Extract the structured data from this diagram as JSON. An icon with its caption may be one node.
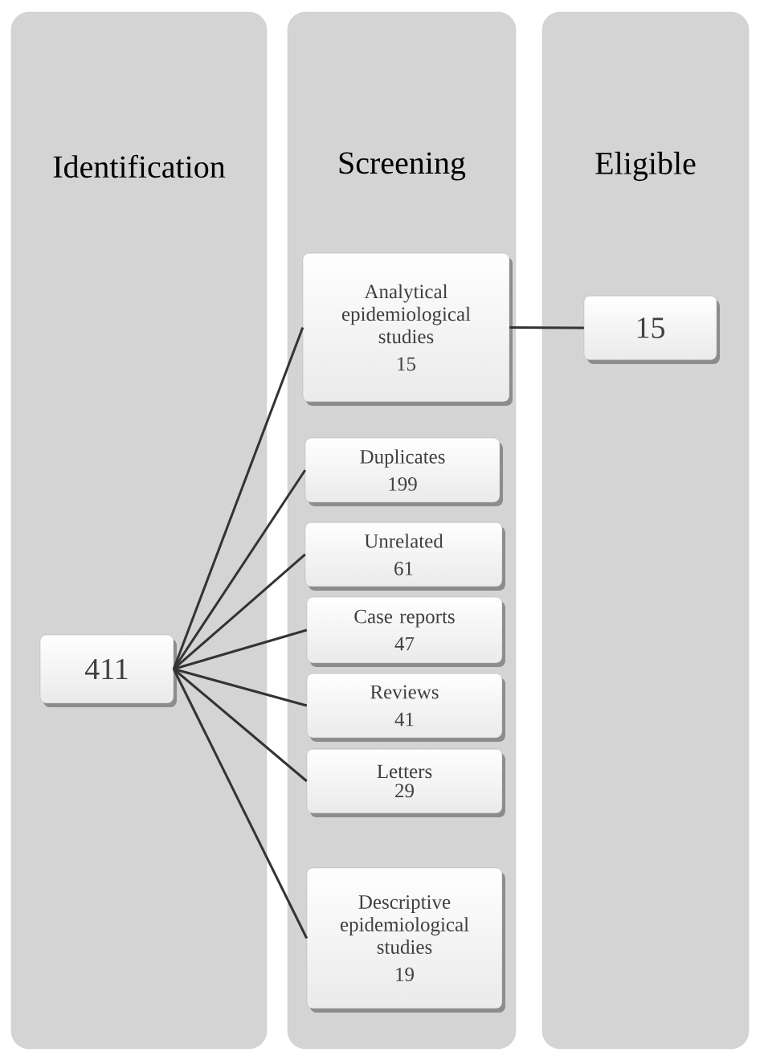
{
  "diagram": {
    "nodes": [
      {
        "text": [
          "Identification"
        ]
      },
      {
        "text": [
          "Screening"
        ]
      },
      {
        "text": [
          "Eligible"
        ]
      },
      {
        "text": [
          "411"
        ],
        "in": 0
      },
      {
        "text": [
          "Analytical epidemiological studies",
          "15"
        ],
        "in": 1
      },
      {
        "text": [
          "Duplicates",
          "199"
        ],
        "in": 1
      },
      {
        "text": [
          "Unrelated",
          "61"
        ],
        "in": 1
      },
      {
        "text": [
          "Case reports",
          "47"
        ],
        "in": 1
      },
      {
        "text": [
          "Reviews",
          "41"
        ],
        "in": 1
      },
      {
        "text": [
          "Letters",
          "29"
        ],
        "in": 1
      },
      {
        "text": [
          "Descriptive epidemiological studies",
          "19"
        ],
        "in": 1
      },
      {
        "text": [
          "15"
        ],
        "in": 2
      }
    ],
    "edges": [
      {
        "from": 3,
        "to": 4,
        "arrow": "none"
      },
      {
        "from": 3,
        "to": 5,
        "arrow": "none"
      },
      {
        "from": 3,
        "to": 6,
        "arrow": "none"
      },
      {
        "from": 3,
        "to": 7,
        "arrow": "none"
      },
      {
        "from": 3,
        "to": 8,
        "arrow": "none"
      },
      {
        "from": 3,
        "to": 9,
        "arrow": "none"
      },
      {
        "from": 3,
        "to": 10,
        "arrow": "none"
      },
      {
        "from": 4,
        "to": 11,
        "arrow": "none"
      }
    ]
  }
}
